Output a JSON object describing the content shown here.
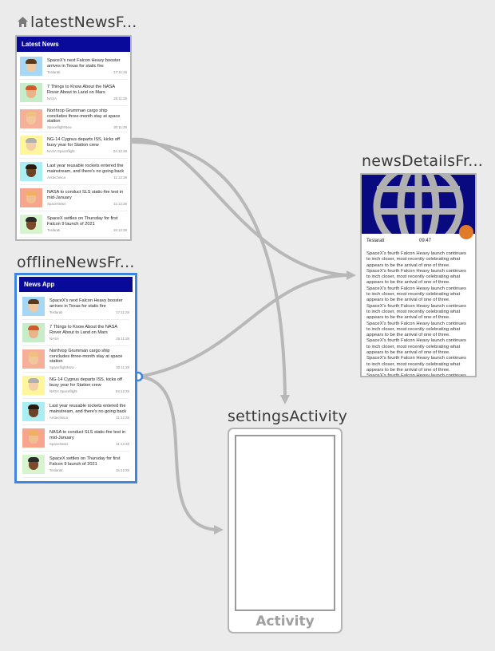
{
  "destinations": {
    "latest": {
      "title": "latestNewsF...",
      "toolbar_title": "Latest News",
      "is_start_destination": true
    },
    "offline": {
      "title": "offlineNewsFr...",
      "toolbar_title": "News App",
      "selected": true
    },
    "details": {
      "title": "newsDetailsFr...",
      "author": "Teslarati",
      "time": "09:47",
      "body": "SpaceX's fourth Falcon Heavy launch continues to inch closer, most recently celebrating what appears to be the arrival of one of three. SpaceX's fourth Falcon Heavy launch continues to inch closer, most recently celebrating what appears to be the arrival of one of three. SpaceX's fourth Falcon Heavy launch continues to inch closer, most recently celebrating what appears to be the arrival of one of three. SpaceX's fourth Falcon Heavy launch continues to inch closer, most recently celebrating what appears to be the arrival of one of three. SpaceX's fourth Falcon Heavy launch continues to inch closer, most recently celebrating what appears to be the arrival of one of three. SpaceX's fourth Falcon Heavy launch continues to inch closer, most recently celebrating what appears to be the arrival of one of three. SpaceX's fourth Falcon Heavy launch continues to inch closer, most recently celebrating what appears to be the arrival of one of three. SpaceX's fourth Falcon Heavy launch continues to inch closer."
    },
    "settings": {
      "title": "settingsActivity",
      "type_label": "Activity"
    }
  },
  "news_items": [
    {
      "title": "SpaceX's next Falcon Heavy booster arrives in Texas for static fire",
      "source": "Teslarati",
      "time": "17:11:28",
      "bg": "#a6d8f5",
      "skin": "#f0c9a0",
      "hair": "#5a3a1a"
    },
    {
      "title": "7 Things to Know About the NASA Rover About to Land on Mars",
      "source": "NASA",
      "time": "25:11:28",
      "bg": "#c6ecc8",
      "skin": "#e9b48a",
      "hair": "#d25a2a"
    },
    {
      "title": "Northrop Grumman cargo ship concludes three-month stay at space station",
      "source": "SpaceflightNow",
      "time": "30:11:28",
      "bg": "#f6b09a",
      "skin": "#f3c79c",
      "hair": "#f0c080"
    },
    {
      "title": "NG-14 Cygnus departs ISS, kicks off busy year for Station crew",
      "source": "NASA Spaceflight",
      "time": "04:12:28",
      "bg": "#fff59b",
      "skin": "#f4d0a8",
      "hair": "#b0b0b0"
    },
    {
      "title": "Last year reusable rockets entered the mainstream, and there's no going back",
      "source": "Arstechnica",
      "time": "11:12:28",
      "bg": "#a8eef2",
      "skin": "#6b4226",
      "hair": "#2b1a10"
    },
    {
      "title": "NASA to conduct SLS static-fire test in mid-January",
      "source": "SpaceNews",
      "time": "11:12:28",
      "bg": "#f8a58e",
      "skin": "#f2c090",
      "hair": "#f0b060"
    },
    {
      "title": "SpaceX settles on Thursday for first Falcon 9 launch of 2021",
      "source": "Teslarati",
      "time": "15:12:28",
      "bg": "#d6f5cf",
      "skin": "#7b4a2a",
      "hair": "#2a2a2a"
    },
    {
      "title": "Turksat telecom satellite set to launch on SpaceX Falcon 9 rocket",
      "source": "",
      "time": "",
      "bg": "#c9b4f2",
      "skin": "#f0c0a0",
      "hair": "#6a3c1c"
    }
  ],
  "colors": {
    "appbar": "#0a0a9a",
    "selection": "#3f86e0",
    "arrow": "#b8b8b8",
    "canvas": "#ebebeb",
    "fab": "#e07b2a"
  }
}
